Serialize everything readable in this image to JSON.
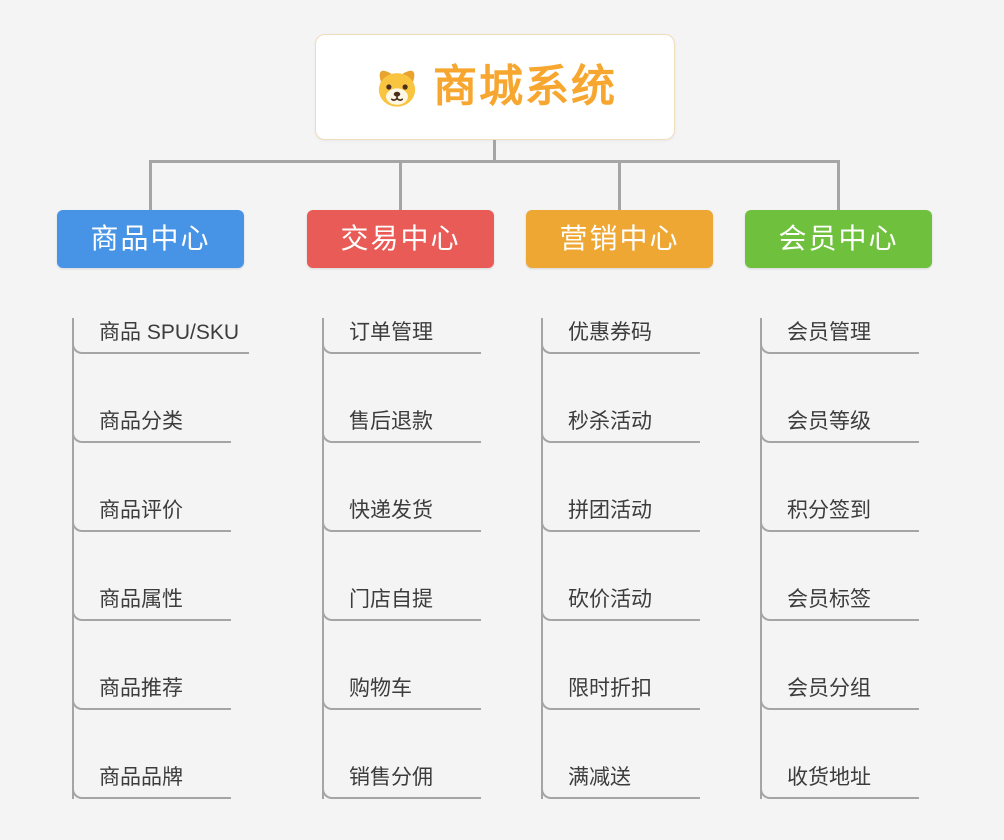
{
  "root": {
    "label": "商城系统",
    "text_color": "#f7a72f",
    "icon": "dog-face-icon"
  },
  "branches": [
    {
      "label": "商品中心",
      "color": "#4794e6",
      "children": [
        "商品 SPU/SKU",
        "商品分类",
        "商品评价",
        "商品属性",
        "商品推荐",
        "商品品牌"
      ]
    },
    {
      "label": "交易中心",
      "color": "#e95b57",
      "children": [
        "订单管理",
        "售后退款",
        "快递发货",
        "门店自提",
        "购物车",
        "销售分佣"
      ]
    },
    {
      "label": "营销中心",
      "color": "#efa733",
      "children": [
        "优惠券码",
        "秒杀活动",
        "拼团活动",
        "砍价活动",
        "限时折扣",
        "满减送"
      ]
    },
    {
      "label": "会员中心",
      "color": "#6fc13d",
      "children": [
        "会员管理",
        "会员等级",
        "积分签到",
        "会员标签",
        "会员分组",
        "收货地址"
      ]
    }
  ],
  "connector_color": "#a5a5a5"
}
